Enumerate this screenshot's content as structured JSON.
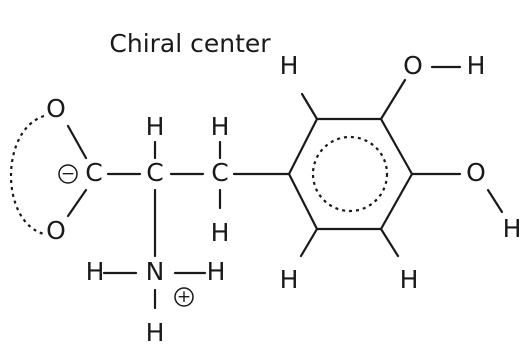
{
  "caption": "Chiral center",
  "atoms": {
    "O": "O",
    "C": "C",
    "H": "H",
    "N": "N"
  },
  "charges": {
    "negative": "−",
    "positive": "+"
  }
}
